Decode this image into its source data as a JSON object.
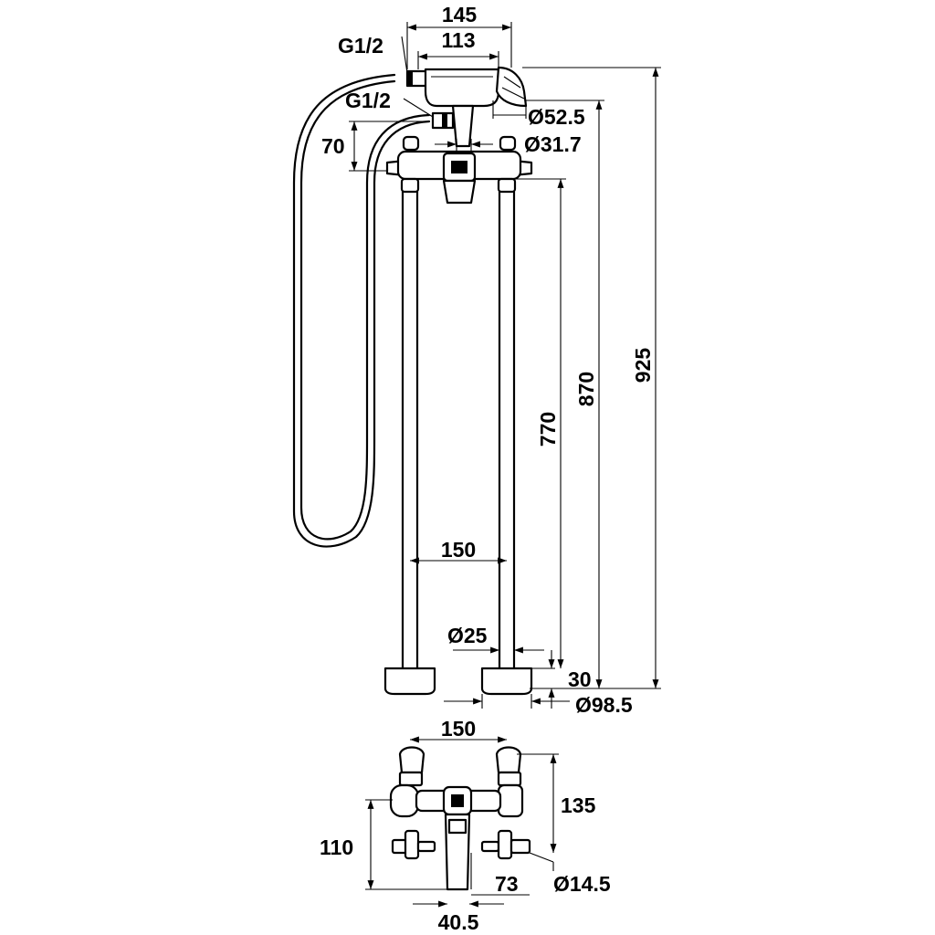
{
  "drawing": {
    "dimensions": {
      "width_total": "145",
      "width_handset": "113",
      "thread_hose": "G1/2",
      "thread_outlet": "G1/2",
      "dia_handset": "Ø52.5",
      "dia_spout": "Ø31.7",
      "height_offset": "70",
      "height_925": "925",
      "height_870": "870",
      "height_770": "770",
      "leg_spacing": "150",
      "dia_leg": "Ø25",
      "base_height": "30",
      "dia_base": "Ø98.5",
      "top_spacing": "150",
      "top_height_135": "135",
      "top_height_110": "110",
      "top_depth_73": "73",
      "dia_handle": "Ø14.5",
      "spout_width": "40.5"
    }
  }
}
